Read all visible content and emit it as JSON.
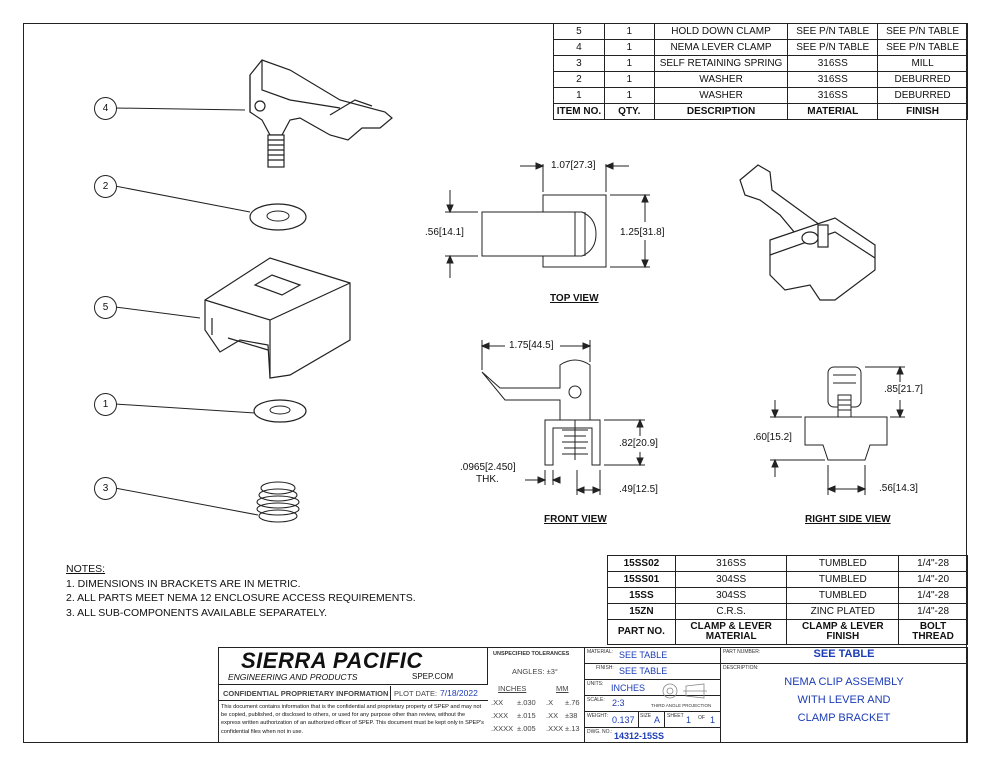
{
  "bom": {
    "headers": [
      "ITEM NO.",
      "QTY.",
      "DESCRIPTION",
      "MATERIAL",
      "FINISH"
    ],
    "rows": [
      [
        "5",
        "1",
        "HOLD DOWN CLAMP",
        "SEE P/N TABLE",
        "SEE P/N TABLE"
      ],
      [
        "4",
        "1",
        "NEMA LEVER CLAMP",
        "SEE P/N TABLE",
        "SEE P/N TABLE"
      ],
      [
        "3",
        "1",
        "SELF RETAINING SPRING",
        "316SS",
        "MILL"
      ],
      [
        "2",
        "1",
        "WASHER",
        "316SS",
        "DEBURRED"
      ],
      [
        "1",
        "1",
        "WASHER",
        "316SS",
        "DEBURRED"
      ]
    ]
  },
  "callouts": [
    "4",
    "2",
    "5",
    "1",
    "3"
  ],
  "views": {
    "top": "TOP VIEW",
    "front": "FRONT VIEW",
    "right": "RIGHT SIDE VIEW"
  },
  "dims": {
    "top_width": "1.07[27.3]",
    "top_small": ".56[14.1]",
    "top_height": "1.25[31.8]",
    "front_len": "1.75[44.5]",
    "front_h": ".82[20.9]",
    "front_thk": ".0965[2.450]",
    "front_thk2": "THK.",
    "front_w": ".49[12.5]",
    "right_h1": ".85[21.7]",
    "right_h2": ".60[15.2]",
    "right_w": ".56[14.3]"
  },
  "notes": {
    "title": "NOTES:",
    "items": [
      "1.  DIMENSIONS IN BRACKETS ARE IN METRIC.",
      "2.  ALL PARTS MEET NEMA 12 ENCLOSURE ACCESS REQUIREMENTS.",
      "3.  ALL SUB-COMPONENTS AVAILABLE SEPARATELY."
    ]
  },
  "pn_table": {
    "headers": [
      "PART NO.",
      "CLAMP & LEVER MATERIAL",
      "CLAMP & LEVER FINISH",
      "BOLT THREAD"
    ],
    "rows": [
      [
        "15SS02",
        "316SS",
        "TUMBLED",
        "1/4\"-28"
      ],
      [
        "15SS01",
        "304SS",
        "TUMBLED",
        "1/4\"-20"
      ],
      [
        "15SS",
        "304SS",
        "TUMBLED",
        "1/4\"-28"
      ],
      [
        "15ZN",
        "C.R.S.",
        "ZINC PLATED",
        "1/4\"-28"
      ]
    ]
  },
  "title_block": {
    "company": "SIERRA PACIFIC",
    "subtitle": "ENGINEERING AND PRODUCTS",
    "website": "SPEP.COM",
    "confidential": "CONFIDENTIAL PROPRIETARY INFORMATION",
    "plot_label": "PLOT DATE:",
    "plot_date": "7/18/2022",
    "disclaimer": "This document contains information that is the confidential and proprietary property of SPEP and may not be copied, published, or disclosed to others, or used for any purpose other than review, without the express written authorization of an authorized officer of SPEP. This document must be kept only in SPEP's confidential files when not in use.",
    "tol_title": "UNSPECIFIED TOLERANCES",
    "angles": "ANGLES: ±3°",
    "inches": "INCHES",
    "mm": "MM",
    "tol_rows": [
      [
        ".XX",
        "±.030",
        ".X",
        "±.76"
      ],
      [
        ".XXX",
        "±.015",
        ".XX",
        "±38"
      ],
      [
        ".XXXX",
        "±.005",
        ".XXX",
        "±.13"
      ]
    ],
    "material_label": "MATERIAL:",
    "material": "SEE TABLE",
    "finish_label": "FINISH:",
    "finish": "SEE TABLE",
    "units_label": "UNITS:",
    "units": "INCHES",
    "scale_label": "SCALE:",
    "scale": "2:3",
    "projection": "THIRD ANGLE PROJECTION",
    "weight_label": "WEIGHT:",
    "weight": "0.137",
    "size_label": "SIZE",
    "size": "A",
    "sheet_label": "SHEET",
    "sheet": "1",
    "of_label": "OF",
    "of": "1",
    "dwg_label": "DWG. NO.:",
    "dwg": "14312-15SS",
    "pn_label": "PART NUMBER:",
    "pn": "SEE TABLE",
    "desc_label": "DESCRIPTION:",
    "desc": [
      "NEMA CLIP ASSEMBLY",
      "WITH LEVER AND",
      "CLAMP BRACKET"
    ]
  }
}
